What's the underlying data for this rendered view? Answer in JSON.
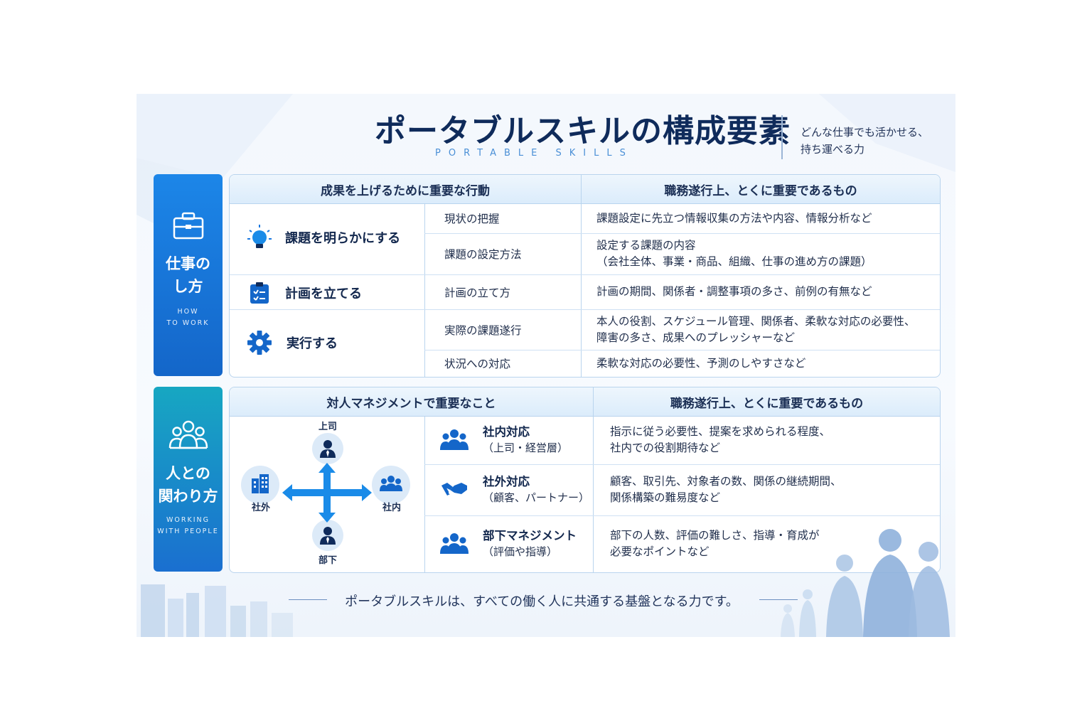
{
  "header": {
    "title": "ポータブルスキルの構成要素",
    "subtitle_en": "PORTABLE SKILLS",
    "tagline": [
      "どんな仕事でも活かせる、",
      "持ち運べる力"
    ]
  },
  "section_work": {
    "label": [
      "仕事の",
      "し方"
    ],
    "label_en": [
      "HOW",
      "TO WORK"
    ],
    "col1_header": "成果を上げるために重要な行動",
    "col2_header": "職務遂行上、とくに重要であるもの",
    "actions": [
      {
        "label": "課題を明らかにする",
        "icon": "lightbulb-icon"
      },
      {
        "label": "計画を立てる",
        "icon": "checklist-icon"
      },
      {
        "label": "実行する",
        "icon": "gear-icon"
      }
    ],
    "rows": [
      {
        "item": "現状の把握",
        "detail": [
          "課題設定に先立つ情報収集の方法や内容、情報分析など"
        ]
      },
      {
        "item": "課題の設定方法",
        "detail": [
          "設定する課題の内容",
          "（会社全体、事業・商品、組織、仕事の進め方の課題）"
        ]
      },
      {
        "item": "計画の立て方",
        "detail": [
          "計画の期間、関係者・調整事項の多さ、前例の有無など"
        ]
      },
      {
        "item": "実際の課題遂行",
        "detail": [
          "本人の役割、スケジュール管理、関係者、柔軟な対応の必要性、",
          "障害の多さ、成果へのプレッシャーなど"
        ]
      },
      {
        "item": "状況への対応",
        "detail": [
          "柔軟な対応の必要性、予測のしやすさなど"
        ]
      }
    ]
  },
  "section_people": {
    "label": [
      "人との",
      "関わり方"
    ],
    "label_en": [
      "WORKING",
      "WITH PEOPLE"
    ],
    "col1_header": "対人マネジメントで重要なこと",
    "col2_header": "職務遂行上、とくに重要であるもの",
    "diagram": {
      "top": "上司",
      "bottom": "部下",
      "left": "社外",
      "right": "社内"
    },
    "rows": [
      {
        "title": "社内対応",
        "sub": "（上司・経営層）",
        "icon": "team-icon",
        "detail": [
          "指示に従う必要性、提案を求められる程度、",
          "社内での役割期待など"
        ]
      },
      {
        "title": "社外対応",
        "sub": "（顧客、パートナー）",
        "icon": "handshake-icon",
        "detail": [
          "顧客、取引先、対象者の数、関係の継続期間、",
          "関係構築の難易度など"
        ]
      },
      {
        "title": "部下マネジメント",
        "sub": "（評価や指導）",
        "icon": "group-icon",
        "detail": [
          "部下の人数、評価の難しさ、指導・育成が",
          "必要なポイントなど"
        ]
      }
    ]
  },
  "footer": {
    "text": "ポータブルスキルは、すべての働く人に共通する基盤となる力です。"
  },
  "colors": {
    "navy": "#0f2b5b",
    "blue": "#1a78e0",
    "teal": "#17a7c2",
    "light": "#dbecfb"
  }
}
